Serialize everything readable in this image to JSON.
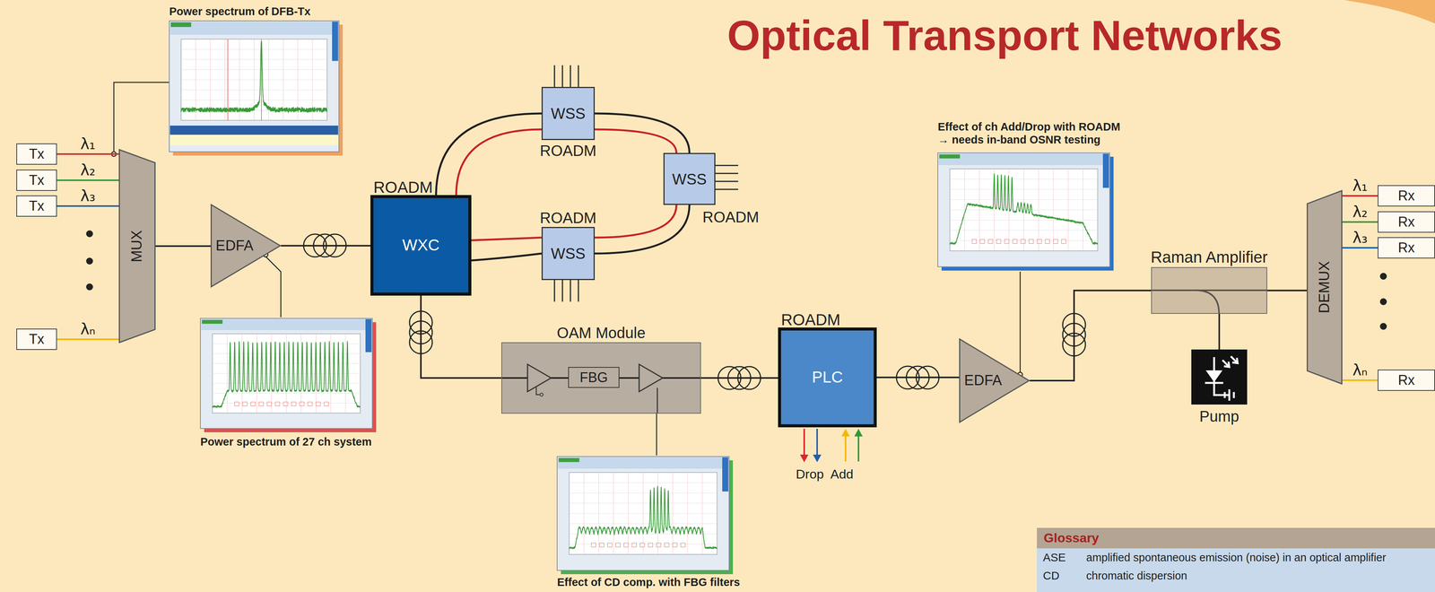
{
  "diagram": {
    "title": "Optical Transport Networks",
    "nodes": [
      {
        "text": [
          "Tx"
        ]
      },
      {
        "text": [
          "Tx"
        ]
      },
      {
        "text": [
          "Tx"
        ]
      },
      {
        "text": [
          "Tx"
        ]
      },
      {
        "text": [
          "MUX"
        ]
      },
      {
        "text": [
          "EDFA"
        ]
      },
      {
        "text": [
          "ROADM",
          "WXC"
        ]
      },
      {
        "text": [
          "WSS",
          "ROADM"
        ]
      },
      {
        "text": [
          "WSS",
          "ROADM"
        ]
      },
      {
        "text": [
          "ROADM",
          "WSS"
        ]
      },
      {
        "text": [
          "OAM Module"
        ]
      },
      {
        "text": [
          "FBG"
        ],
        "in": 10
      },
      {
        "text": [
          "ROADM",
          "PLC"
        ]
      },
      {
        "text": [
          "EDFA"
        ]
      },
      {
        "text": [
          "Raman Amplifier"
        ]
      },
      {
        "text": [
          "Pump"
        ]
      },
      {
        "text": [
          "DEMUX"
        ]
      },
      {
        "text": [
          "Rx"
        ]
      },
      {
        "text": [
          "Rx"
        ]
      },
      {
        "text": [
          "Rx"
        ]
      },
      {
        "text": [
          "Rx"
        ]
      },
      {
        "text": [
          "Glossary"
        ]
      }
    ],
    "edges": [
      {
        "from": 0,
        "to": 4,
        "label": "λ₁",
        "arrow": "none"
      },
      {
        "from": 1,
        "to": 4,
        "label": "λ₂",
        "arrow": "none"
      },
      {
        "from": 2,
        "to": 4,
        "label": "λ₃",
        "arrow": "none"
      },
      {
        "from": 3,
        "to": 4,
        "label": "λₙ",
        "arrow": "none"
      },
      {
        "from": 4,
        "to": 5,
        "arrow": "none"
      },
      {
        "from": 5,
        "to": 6,
        "arrow": "none"
      },
      {
        "from": 6,
        "to": 7,
        "arrow": "none"
      },
      {
        "from": 7,
        "to": 8,
        "arrow": "none"
      },
      {
        "from": 8,
        "to": 9,
        "arrow": "none"
      },
      {
        "from": 9,
        "to": 6,
        "arrow": "none"
      },
      {
        "from": 6,
        "to": 10,
        "arrow": "none"
      },
      {
        "from": 10,
        "to": 12,
        "arrow": "none"
      },
      {
        "from": 12,
        "to": 13,
        "arrow": "none"
      },
      {
        "from": 13,
        "to": 14,
        "arrow": "none"
      },
      {
        "from": 14,
        "to": 16,
        "arrow": "none"
      },
      {
        "from": 15,
        "to": 14,
        "arrow": "none"
      },
      {
        "from": 16,
        "to": 17,
        "label": "λ₁",
        "arrow": "none"
      },
      {
        "from": 16,
        "to": 18,
        "label": "λ₂",
        "arrow": "none"
      },
      {
        "from": 16,
        "to": 19,
        "label": "λ₃",
        "arrow": "none"
      },
      {
        "from": 16,
        "to": 20,
        "label": "λₙ",
        "arrow": "none"
      }
    ],
    "labels": [
      "Power spectrum of DFB-Tx",
      "Power spectrum of 27 ch system",
      "Effect of CD comp. with FBG filters",
      "Effect of ch Add/Drop with ROADM",
      "→ needs in-band OSNR testing",
      "Drop",
      "Add",
      "ASE",
      "amplified spontaneous emission (noise) in an optical amplifier",
      "CD",
      "chromatic dispersion"
    ]
  }
}
